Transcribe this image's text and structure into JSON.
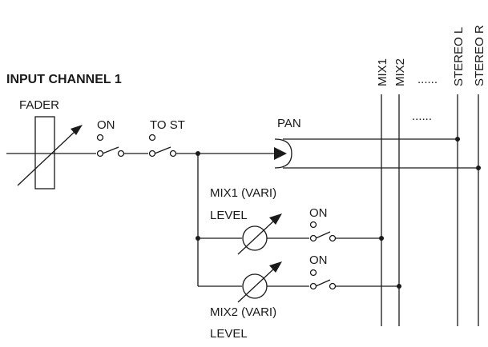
{
  "title": "INPUT CHANNEL 1",
  "labels": {
    "fader": "FADER",
    "on_main": "ON",
    "to_st": "TO ST",
    "pan": "PAN",
    "mix1_level_line1": "MIX1 (VARI)",
    "mix1_level_line2": "LEVEL",
    "mix1_on": "ON",
    "mix2_on": "ON",
    "mix2_level_line1": "MIX2 (VARI)",
    "mix2_level_line2": "LEVEL"
  },
  "buses": {
    "mix1": "MIX1",
    "mix2": "MIX2",
    "ellipsis": "......",
    "stereo_l": "STEREO L",
    "stereo_r": "STEREO R"
  }
}
